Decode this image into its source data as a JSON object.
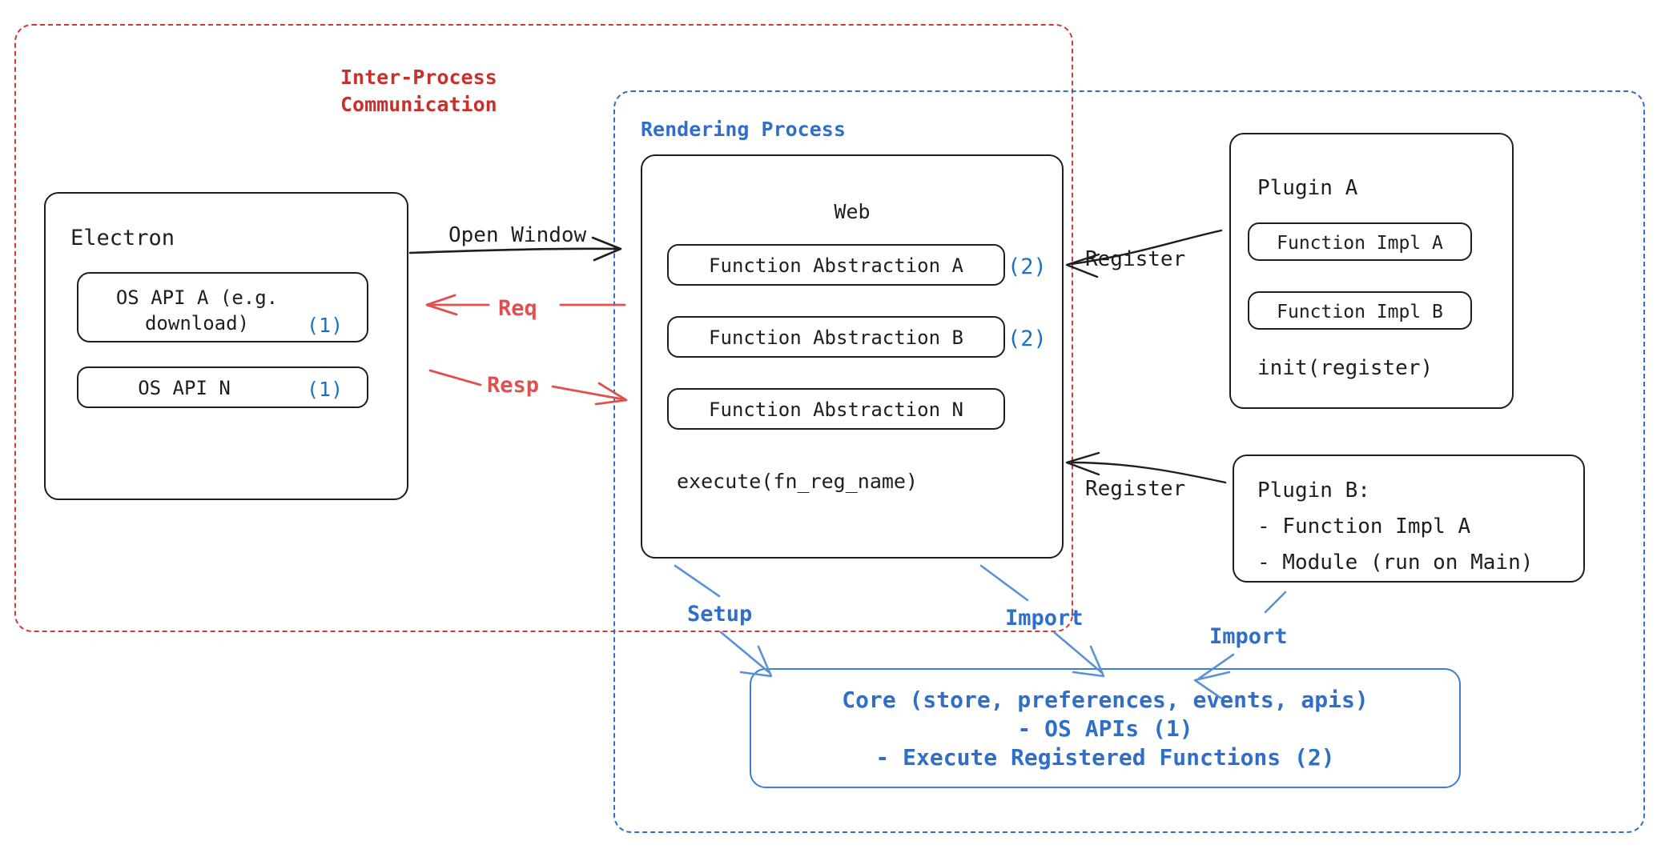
{
  "diagram": {
    "title": "Electron plugin architecture diagram",
    "colors": {
      "ipc_red": "#cf3a36",
      "render_blue": "#2f6fc9",
      "core_blue": "#3b7dd8",
      "number_blue": "#1971c2",
      "stroke_dark": "#1e1e1e",
      "background": "#ffffff"
    }
  },
  "regions": {
    "ipc": {
      "label": "Inter-Process\nCommunication",
      "style": "dashed-red"
    },
    "rendering": {
      "label": "Rendering Process",
      "style": "dashed-blue"
    }
  },
  "electron": {
    "title": "Electron",
    "apis": [
      {
        "label": "OS API A (e.g.\ndownload)",
        "marker": "(1)"
      },
      {
        "label": "OS API N",
        "marker": "(1)"
      }
    ]
  },
  "web": {
    "title": "Web",
    "abstractions": [
      {
        "label": "Function Abstraction A",
        "marker": "(2)"
      },
      {
        "label": "Function Abstraction B",
        "marker": "(2)"
      },
      {
        "label": "Function Abstraction N",
        "marker": ""
      }
    ],
    "footer": "execute(fn_reg_name)"
  },
  "plugin_a": {
    "title": "Plugin A",
    "items": [
      "Function Impl A",
      "Function Impl B"
    ],
    "footer": "init(register)"
  },
  "plugin_b": {
    "title": "Plugin B:",
    "lines": [
      "- Function Impl A",
      "- Module (run on Main)"
    ]
  },
  "core": {
    "lines": [
      "Core (store, preferences, events, apis)",
      "- OS APIs (1)",
      "- Execute Registered Functions (2)"
    ]
  },
  "edges": [
    {
      "id": "open-window",
      "label": "Open Window",
      "color": "#1e1e1e",
      "from": "electron",
      "to": "web"
    },
    {
      "id": "req",
      "label": "Req",
      "color": "#e06360",
      "from": "web",
      "to": "electron"
    },
    {
      "id": "resp",
      "label": "Resp",
      "color": "#e06360",
      "from": "electron",
      "to": "web"
    },
    {
      "id": "register-a",
      "label": "Register",
      "color": "#1e1e1e",
      "from": "plugin_a",
      "to": "web"
    },
    {
      "id": "register-b",
      "label": "Register",
      "color": "#1e1e1e",
      "from": "plugin_b",
      "to": "web"
    },
    {
      "id": "setup",
      "label": "Setup",
      "color": "#5b91d6",
      "from": "web",
      "to": "core"
    },
    {
      "id": "import-web",
      "label": "Import",
      "color": "#5b91d6",
      "from": "web",
      "to": "core"
    },
    {
      "id": "import-plugin-b",
      "label": "Import",
      "color": "#5b91d6",
      "from": "plugin_b",
      "to": "core"
    }
  ]
}
